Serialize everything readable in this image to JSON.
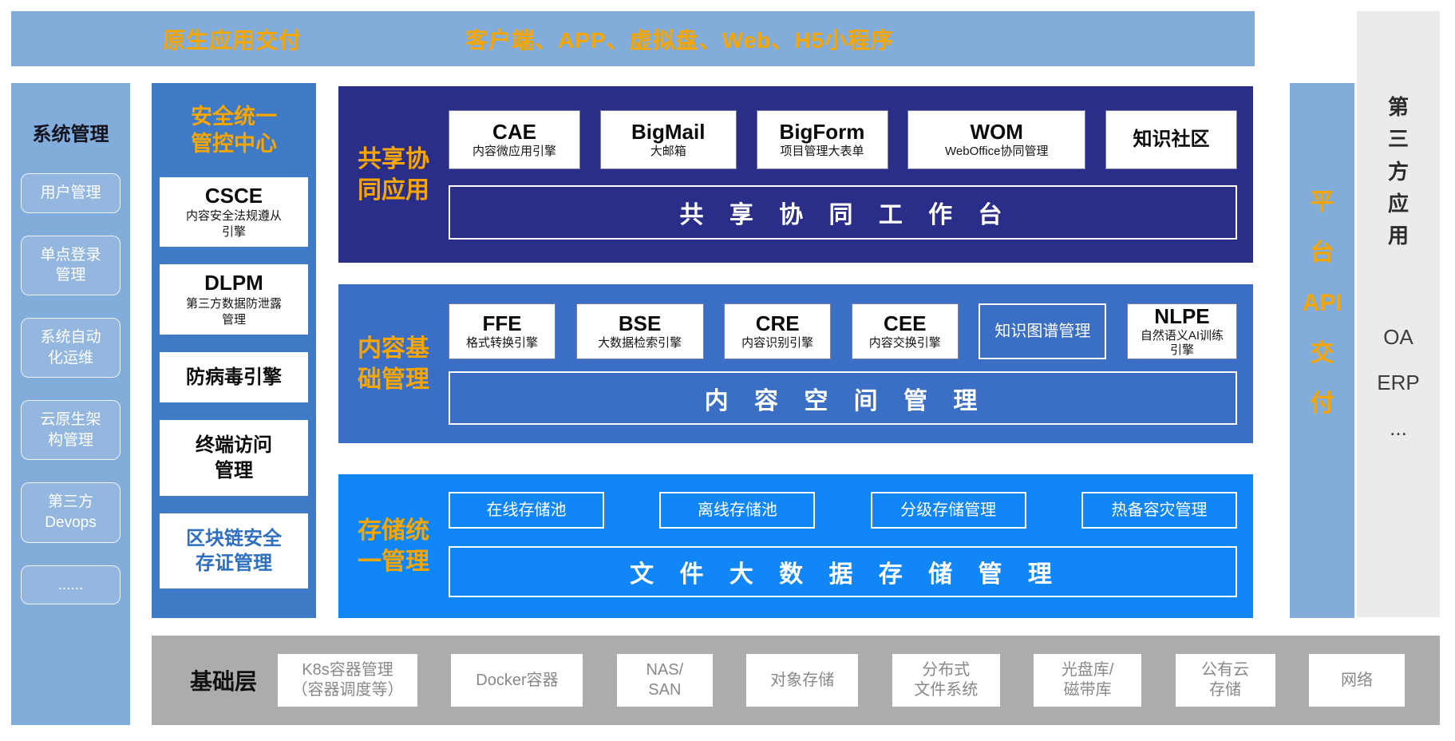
{
  "top_bar": {
    "left": "原生应用交付",
    "right": "客户端、APP、虚拟盘、Web、H5小程序"
  },
  "system_panel": {
    "title": "系统管理",
    "items": [
      "用户管理",
      "单点登录\n管理",
      "系统自动\n化运维",
      "云原生架\n构管理",
      "第三方\nDevops",
      "......"
    ]
  },
  "security_panel": {
    "title": "安全统一\n管控中心",
    "boxes": [
      {
        "title": "CSCE",
        "subtitle": "内容安全法规遵从\n引擎"
      },
      {
        "title": "DLPM",
        "subtitle": "第三方数据防泄露\n管理"
      },
      {
        "title": "防病毒引擎"
      },
      {
        "title": "终端访问\n管理"
      },
      {
        "title": "区块链安全\n存证管理"
      }
    ]
  },
  "sections": {
    "collab": {
      "label": "共享协\n同应用",
      "boxes": [
        {
          "title": "CAE",
          "subtitle": "内容微应用引擎"
        },
        {
          "title": "BigMail",
          "subtitle": "大邮箱"
        },
        {
          "title": "BigForm",
          "subtitle": "项目管理大表单"
        },
        {
          "title": "WOM",
          "subtitle": "WebOffice协同管理"
        },
        {
          "title": "知识社区"
        }
      ],
      "bar": "共 享 协 同 工 作 台"
    },
    "content": {
      "label": "内容基\n础管理",
      "boxes": [
        {
          "title": "FFE",
          "subtitle": "格式转换引擎"
        },
        {
          "title": "BSE",
          "subtitle": "大数据检索引擎"
        },
        {
          "title": "CRE",
          "subtitle": "内容识别引擎"
        },
        {
          "title": "CEE",
          "subtitle": "内容交换引擎"
        },
        {
          "title": "知识图谱管理"
        },
        {
          "title": "NLPE",
          "subtitle": "自然语义AI训练\n引擎"
        }
      ],
      "bar": "内 容 空 间 管 理"
    },
    "storage": {
      "label": "存储统\n一管理",
      "boxes": [
        "在线存储池",
        "离线存储池",
        "分级存储管理",
        "热备容灾管理"
      ],
      "bar": "文 件 大 数 据 存 储 管 理"
    }
  },
  "platform_api": {
    "text": "平\n台\nAPI\n交\n付"
  },
  "third_party": {
    "title": "第\n三\n方\n应\n用",
    "items": [
      "OA",
      "ERP",
      "..."
    ]
  },
  "base_layer": {
    "label": "基础层",
    "items": [
      "K8s容器管理\n（容器调度等）",
      "Docker容器",
      "NAS/\nSAN",
      "对象存储",
      "分布式\n文件系统",
      "光盘库/\n磁带库",
      "公有云\n存储",
      "网络"
    ]
  },
  "colors": {
    "accent_orange": "#F7A600",
    "light_blue": "#82ACD9",
    "security_blue": "#3E7AC6",
    "collab_navy": "#2A2E88",
    "content_blue": "#3B6EC5",
    "storage_blue": "#1186F6",
    "base_gray": "#ACACAC",
    "third_party_gray": "#EBEBEB"
  }
}
